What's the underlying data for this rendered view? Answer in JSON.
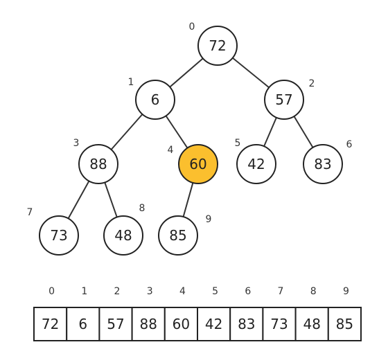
{
  "colors": {
    "highlight": "#FBBF2E",
    "node_fill": "#ffffff",
    "stroke": "#222222"
  },
  "tree": {
    "nodes": [
      {
        "index": "0",
        "value": "72",
        "highlighted": false
      },
      {
        "index": "1",
        "value": "6",
        "highlighted": false
      },
      {
        "index": "2",
        "value": "57",
        "highlighted": false
      },
      {
        "index": "3",
        "value": "88",
        "highlighted": false
      },
      {
        "index": "4",
        "value": "60",
        "highlighted": true
      },
      {
        "index": "5",
        "value": "42",
        "highlighted": false
      },
      {
        "index": "6",
        "value": "83",
        "highlighted": false
      },
      {
        "index": "7",
        "value": "73",
        "highlighted": false
      },
      {
        "index": "8",
        "value": "48",
        "highlighted": false
      },
      {
        "index": "9",
        "value": "85",
        "highlighted": false
      }
    ],
    "edges": [
      [
        0,
        1
      ],
      [
        0,
        2
      ],
      [
        1,
        3
      ],
      [
        1,
        4
      ],
      [
        2,
        5
      ],
      [
        2,
        6
      ],
      [
        3,
        7
      ],
      [
        3,
        8
      ],
      [
        4,
        9
      ]
    ]
  },
  "array": {
    "indices": [
      "0",
      "1",
      "2",
      "3",
      "4",
      "5",
      "6",
      "7",
      "8",
      "9"
    ],
    "values": [
      "72",
      "6",
      "57",
      "88",
      "60",
      "42",
      "83",
      "73",
      "48",
      "85"
    ]
  }
}
